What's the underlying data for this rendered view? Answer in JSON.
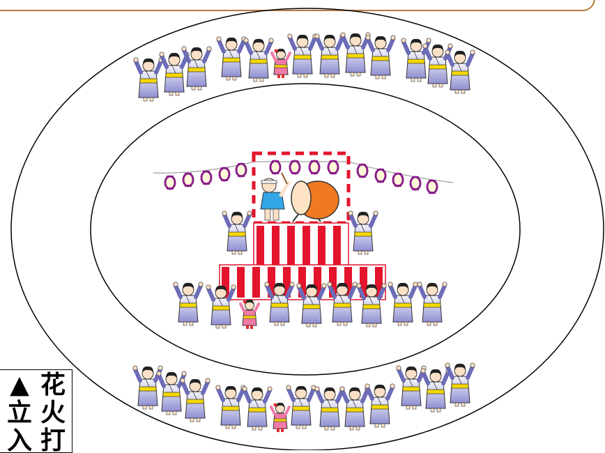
{
  "sign": {
    "col_left": [
      "▲",
      "立",
      "入"
    ],
    "col_right": [
      "花",
      "火",
      "打"
    ]
  },
  "colors": {
    "banner_border": "#b87a3a",
    "lantern": "#8a1f8a",
    "drum": "#f07a20",
    "stage_red": "#e3142c",
    "yukata": "#9a9ad8",
    "obi": "#f5d800"
  },
  "icons": {
    "dancer": "bon-odori-dancer-icon",
    "child": "child-dancer-icon",
    "drummer": "taiko-drummer-icon",
    "drum": "taiko-drum-icon",
    "lantern": "paper-lantern-icon"
  }
}
